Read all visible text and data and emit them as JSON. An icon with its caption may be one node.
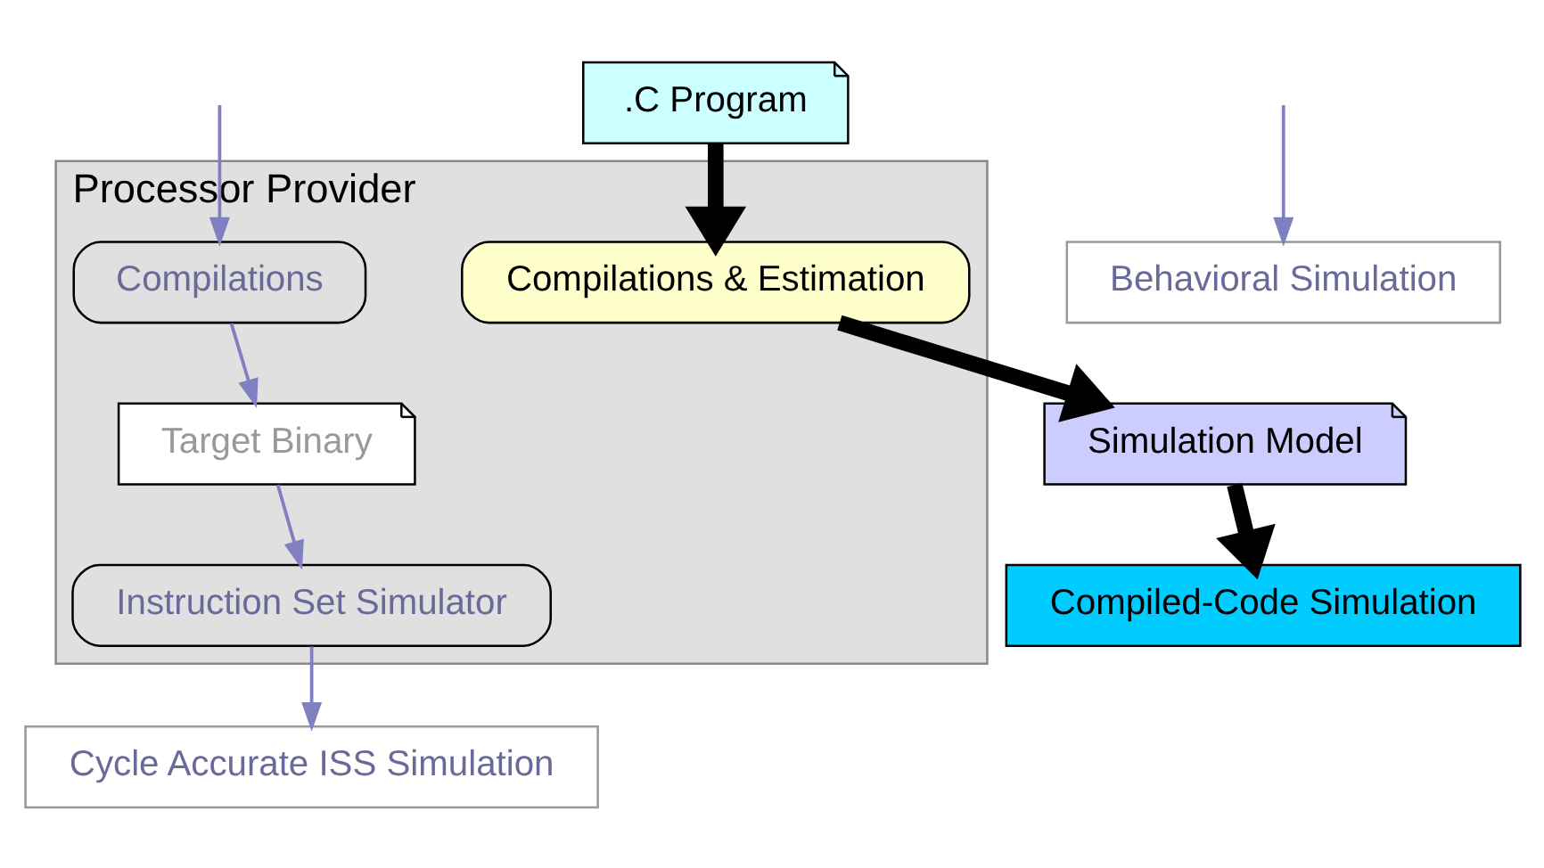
{
  "diagram": {
    "nodes": [
      {
        "text": [
          ".C Program"
        ]
      },
      {
        "text": [
          "Processor Provider"
        ]
      },
      {
        "text": [
          "Compilations"
        ],
        "in": 1
      },
      {
        "text": [
          "Compilations & Estimation"
        ],
        "in": 1
      },
      {
        "text": [
          "Target Binary"
        ],
        "in": 1
      },
      {
        "text": [
          "Instruction Set Simulator"
        ],
        "in": 1
      },
      {
        "text": [
          "Simulation Model"
        ]
      },
      {
        "text": [
          "Cycle Accurate ISS Simulation"
        ]
      },
      {
        "text": [
          "Compiled-Code Simulation"
        ]
      },
      {
        "text": [
          "Behavioral Simulation"
        ]
      }
    ],
    "edges": [
      {
        "from": null,
        "to": 2,
        "arrow": "to"
      },
      {
        "from": 2,
        "to": 4,
        "arrow": "to"
      },
      {
        "from": 4,
        "to": 5,
        "arrow": "to"
      },
      {
        "from": 5,
        "to": 7,
        "arrow": "to"
      },
      {
        "from": 0,
        "to": 3,
        "arrow": "to",
        "style": "thick",
        "color": "#000000"
      },
      {
        "from": 3,
        "to": 6,
        "arrow": "to",
        "style": "thick",
        "color": "#000000"
      },
      {
        "from": 6,
        "to": 8,
        "arrow": "to",
        "style": "thick",
        "color": "#000000"
      },
      {
        "from": null,
        "to": 9,
        "arrow": "to"
      }
    ]
  }
}
